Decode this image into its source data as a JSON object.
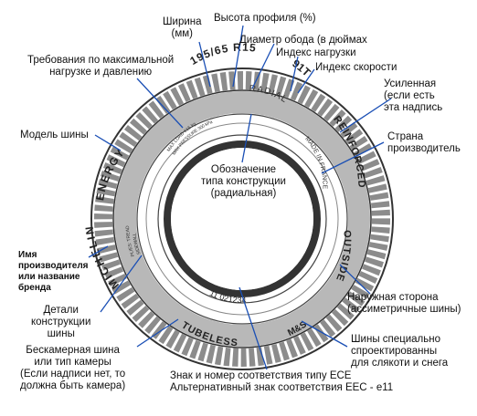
{
  "tire": {
    "size": "195/65 R15",
    "load_speed": "91T",
    "radial": "RADIAL",
    "reinforced": "REINFORCED",
    "made_in": "MADE IN FRANCE",
    "outside": "OUTSIDE",
    "energy": "ENERGY",
    "michelin": "MICHELIN",
    "tubeless": "TUBELESS",
    "ms": "M&S",
    "code": "11 021234",
    "max_load": "MAX LOAD 615 kg",
    "max_pressure": "MAX PRESSURE 300 kPa",
    "plies": "PLIES: TREAD",
    "sidewall": "SIDEWALL"
  },
  "labels": {
    "width": "Ширина\n(мм)",
    "profile_height": "Высота профиля (%)",
    "rim_diameter": "Диаметр обода (в дюймах",
    "load_index": "Индекс нагрузки",
    "speed_index": "Индекс скорости",
    "max_requirements": "Требования по максимальной\nнагрузке и давлению",
    "reinforced": "Усиленная\n(если есть\nэта надпись",
    "country": "Страна\nпроизводитель",
    "model": "Модель шины",
    "construction": "Обозначение\nтипа конструкции\n(радиальная)",
    "manufacturer": "Имя\nпроизводителя\nили название\nбренда",
    "construction_details": "Детали\nконструкции\nшины",
    "outer_side": "Наружная сторона\n(ассиметричные шины)",
    "tubeless": "Бескамерная шина\nили тип камеры\n(Если надписи нет, то\nдолжна быть камера)",
    "mud_snow": "Шины специально\nспроектированны\nдля слякоти и снега",
    "ece": "Знак и номер соответствия типу ECE\nАльтернативный знак соответствия EEC - e11"
  }
}
